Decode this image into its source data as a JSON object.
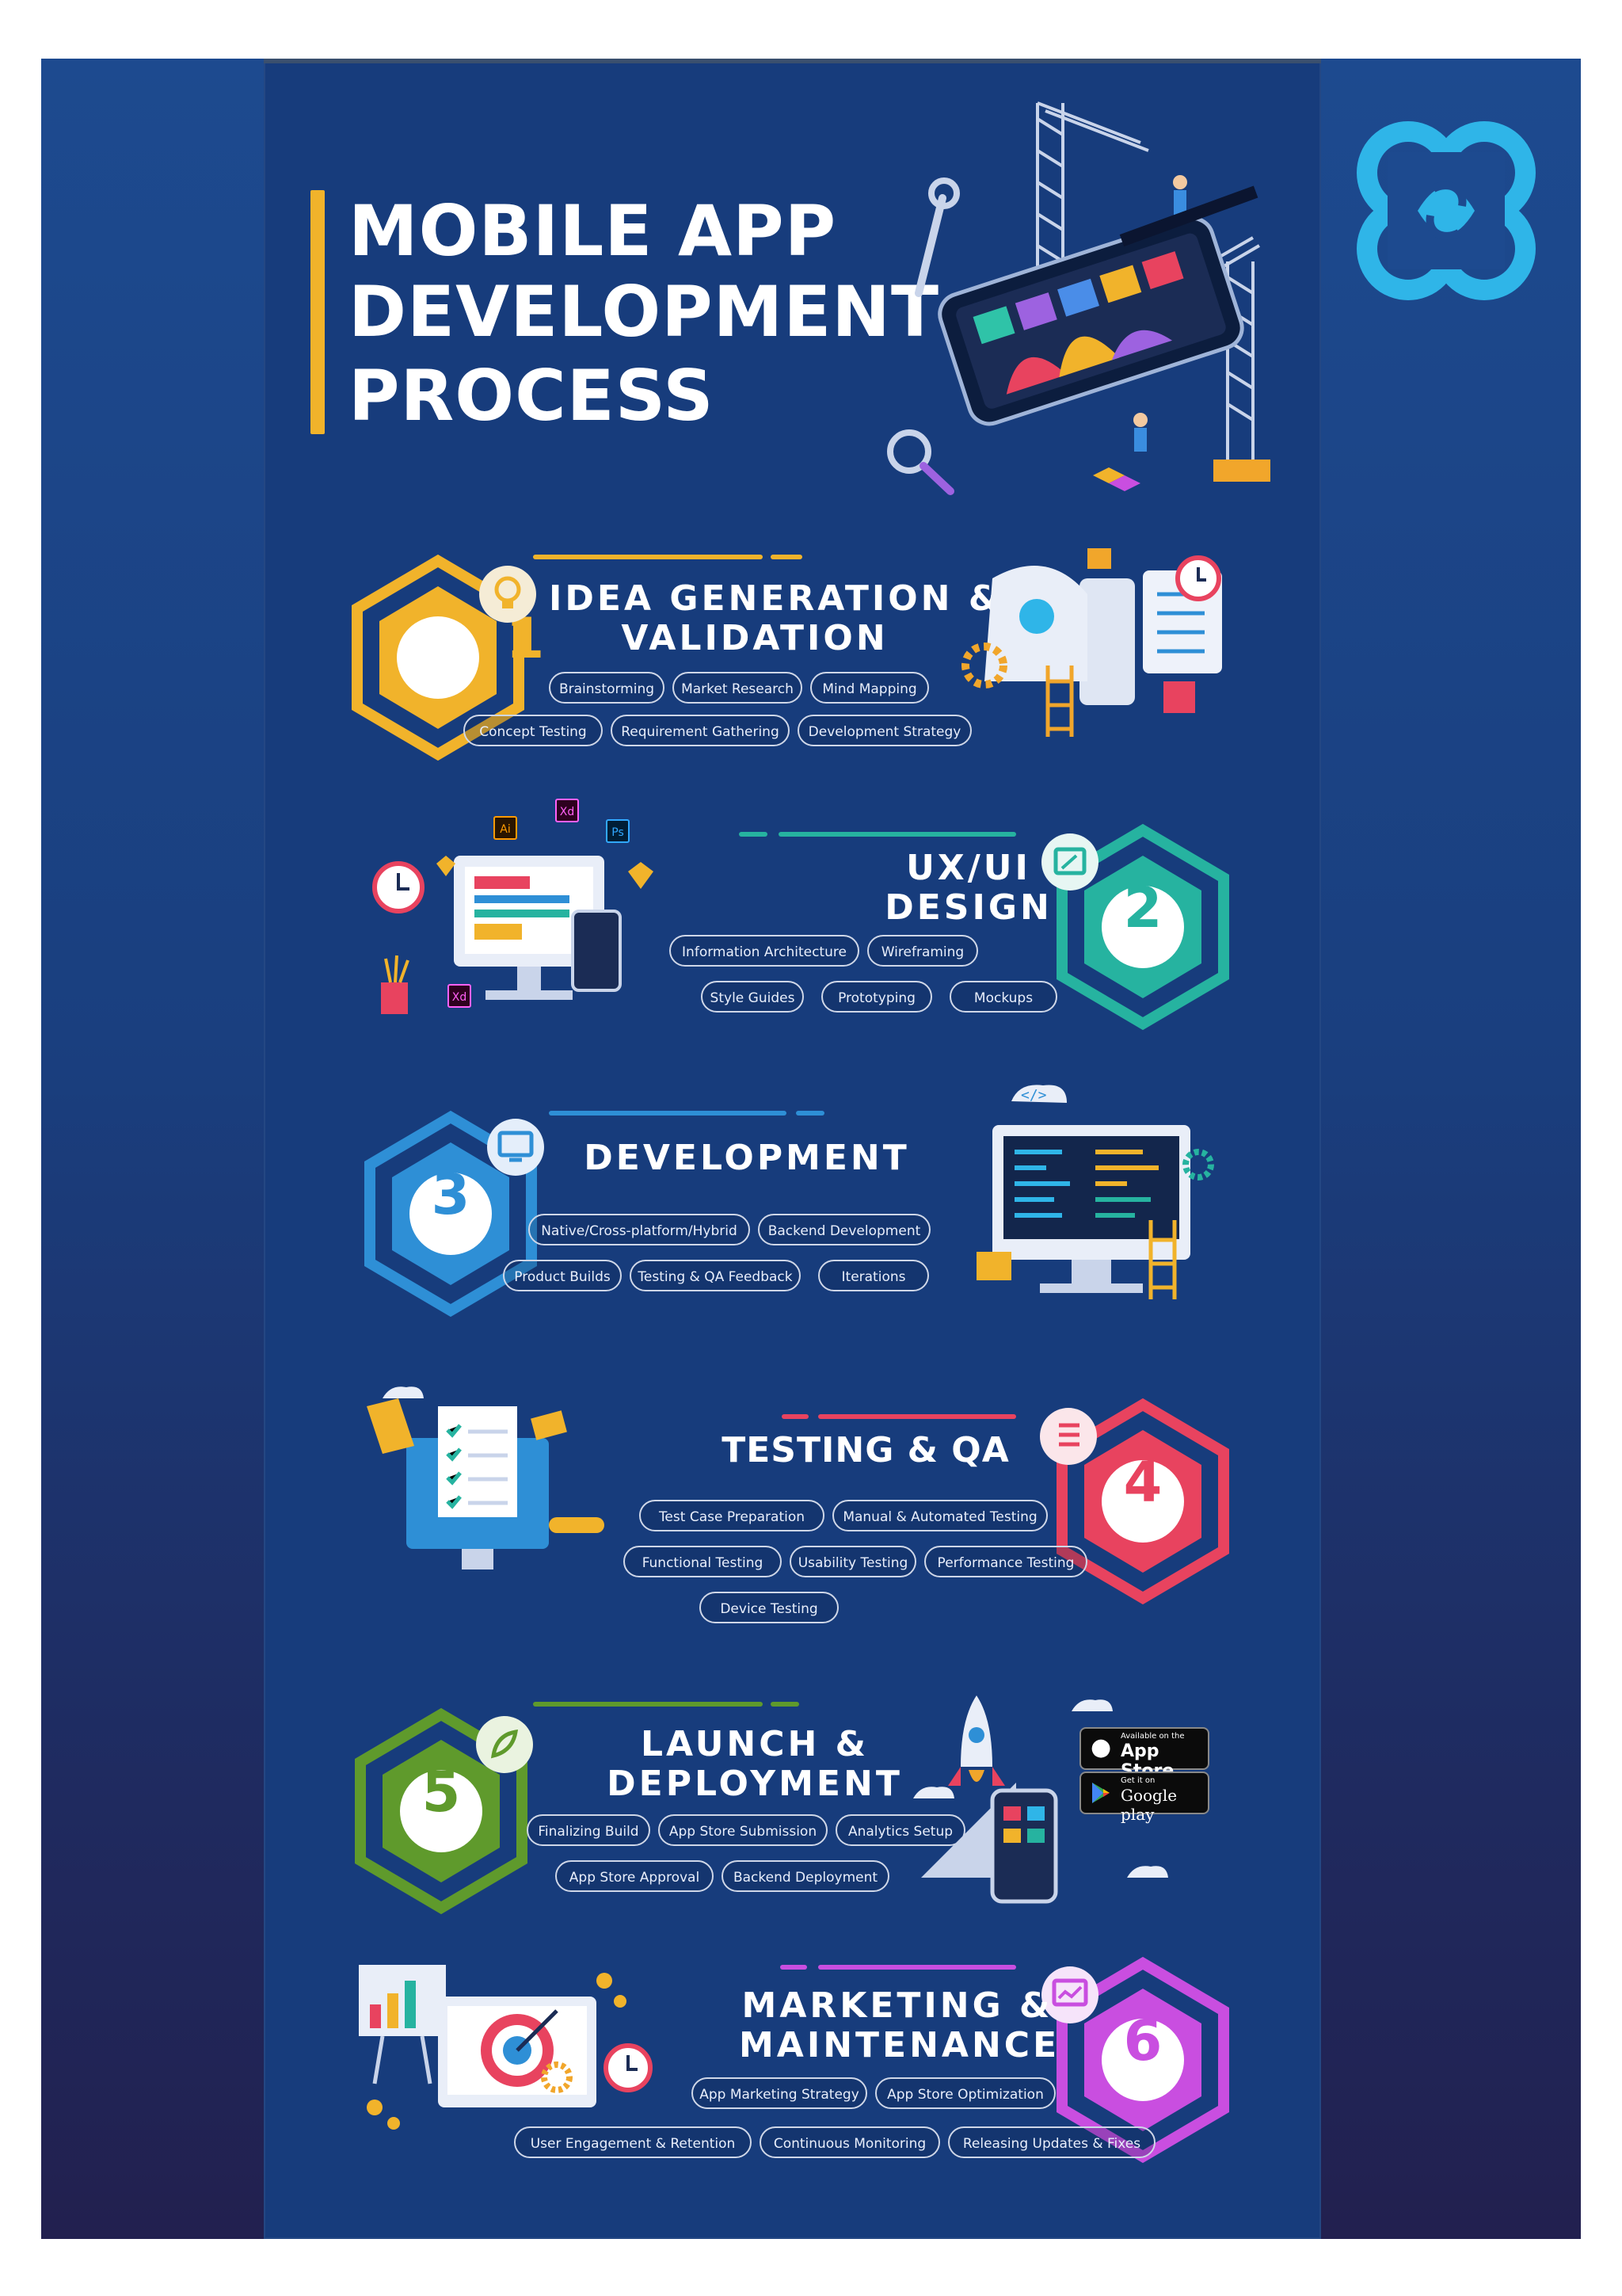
{
  "title": {
    "lines": [
      "MOBILE APP",
      "DEVELOPMENT",
      "PROCESS"
    ]
  },
  "colors": {
    "background": "#1a3f7f",
    "title_accent": "#f1b32b",
    "step1": "#f1b32b",
    "step2": "#26b3a0",
    "step3": "#2e8fd6",
    "step4": "#e8435f",
    "step5": "#5f9a2c",
    "step6": "#c94ee0",
    "logo": "#2fb5e8"
  },
  "steps": [
    {
      "number": "1",
      "title_lines": [
        "IDEA GENERATION &",
        "VALIDATION"
      ],
      "badge_icon": "lightbulb-icon",
      "chips": [
        "Brainstorming",
        "Market Research",
        "Mind Mapping",
        "Concept Testing",
        "Requirement Gathering",
        "Development Strategy"
      ]
    },
    {
      "number": "2",
      "title_lines": [
        "UX/UI",
        "DESIGN"
      ],
      "badge_icon": "design-tablet-icon",
      "chips": [
        "Information Architecture",
        "Wireframing",
        "Style Guides",
        "Prototyping",
        "Mockups"
      ]
    },
    {
      "number": "3",
      "title_lines": [
        "DEVELOPMENT"
      ],
      "badge_icon": "code-monitor-icon",
      "chips": [
        "Native/Cross-platform/Hybrid",
        "Backend Development",
        "Product Builds",
        "Testing & QA Feedback",
        "Iterations"
      ]
    },
    {
      "number": "4",
      "title_lines": [
        "TESTING & QA"
      ],
      "badge_icon": "checklist-icon",
      "chips": [
        "Test Case Preparation",
        "Manual & Automated Testing",
        "Functional Testing",
        "Usability Testing",
        "Performance Testing",
        "Device Testing"
      ]
    },
    {
      "number": "5",
      "title_lines": [
        "LAUNCH &",
        "DEPLOYMENT"
      ],
      "badge_icon": "rocket-icon",
      "chips": [
        "Finalizing Build",
        "App Store Submission",
        "Analytics Setup",
        "App Store Approval",
        "Backend Deployment"
      ]
    },
    {
      "number": "6",
      "title_lines": [
        "MARKETING &",
        "MAINTENANCE"
      ],
      "badge_icon": "analytics-chart-icon",
      "chips": [
        "App Marketing Strategy",
        "App Store Optimization",
        "User Engagement & Retention",
        "Continuous Monitoring",
        "Releasing Updates & Fixes"
      ]
    }
  ],
  "store_badges": {
    "apple_small": "Available on the",
    "apple_big": "App Store",
    "google_small": "Get it on",
    "google_big": "Google play"
  },
  "design_tool_badges": [
    "Ai",
    "Xd",
    "Ps",
    "Xd"
  ]
}
